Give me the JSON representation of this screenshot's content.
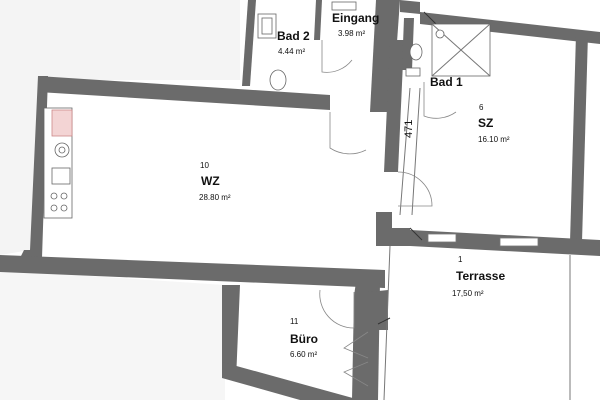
{
  "rooms": {
    "wz": {
      "number": "10",
      "name": "WZ",
      "area": "28.80 m²"
    },
    "sz": {
      "number": "6",
      "name": "SZ",
      "area": "16.10 m²"
    },
    "bad1": {
      "name": "Bad 1"
    },
    "bad2": {
      "name": "Bad 2",
      "area": "4.44 m²"
    },
    "eingang": {
      "name": "Eingang",
      "area": "3.98 m²"
    },
    "terrasse": {
      "number": "1",
      "name": "Terrasse",
      "area": "17,50 m²"
    },
    "buero": {
      "number": "11",
      "name": "Büro",
      "area": "6.60 m²"
    }
  },
  "dimension": {
    "value": "471"
  },
  "colors": {
    "wall": "#6b6b6b",
    "line": "#777777",
    "background": "#ffffff"
  }
}
